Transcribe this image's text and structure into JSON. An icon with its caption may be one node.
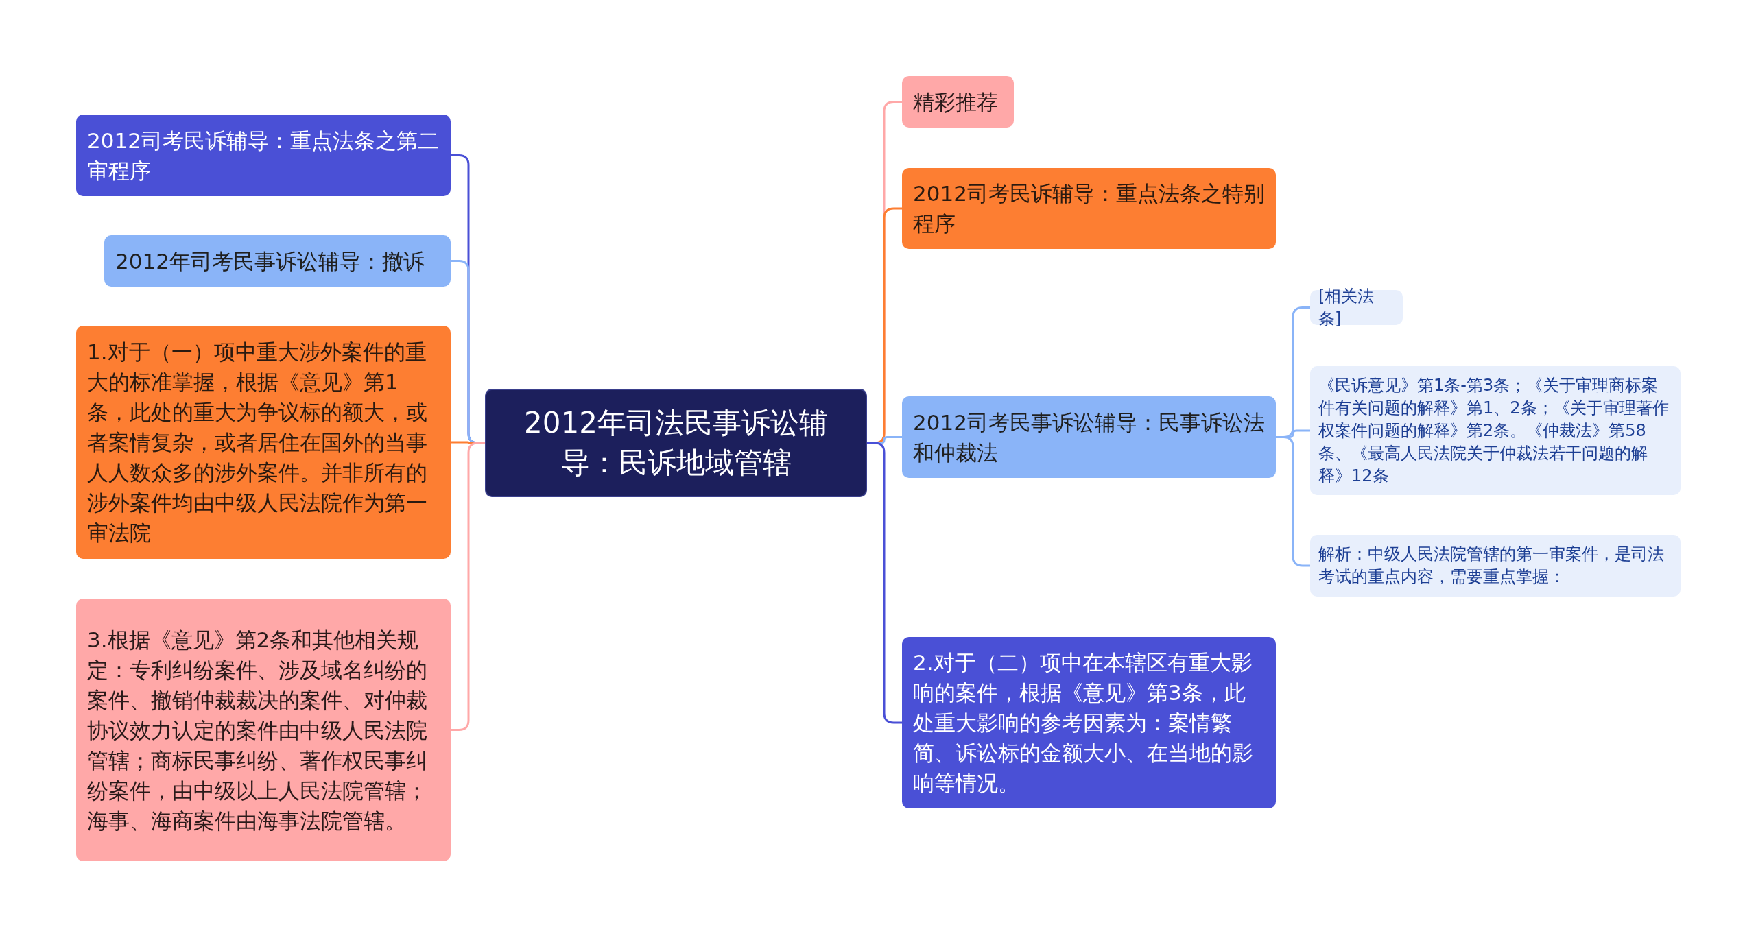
{
  "diagram": {
    "nodes": [
      {
        "text": [
          "2012年司法民事诉讼辅导：民诉地域管辖"
        ]
      },
      {
        "text": [
          "2012司考民诉辅导：重点法条之第二审程序"
        ]
      },
      {
        "text": [
          "2012年司考民事诉讼辅导：撤诉"
        ]
      },
      {
        "text": [
          "1.对于（一）项中重大涉外案件的重大的标准掌握，根据《意见》第1条，此处的重大为争议标的额大，或者案情复杂，或者居住在国外的当事人人数众多的涉外案件。并非所有的涉外案件均由中级人民法院作为第一审法院"
        ]
      },
      {
        "text": [
          "3.根据《意见》第2条和其他相关规定：专利纠纷案件、涉及域名纠纷的案件、撤销仲裁裁决的案件、对仲裁协议效力认定的案件由中级人民法院管辖；商标民事纠纷、著作权民事纠纷案件，由中级以上人民法院管辖；海事、海商案件由海事法院管辖。"
        ]
      },
      {
        "text": [
          "精彩推荐"
        ]
      },
      {
        "text": [
          "2012司考民诉辅导：重点法条之特别程序"
        ]
      },
      {
        "text": [
          "2012司考民事诉讼辅导：民事诉讼法和仲裁法"
        ]
      },
      {
        "text": [
          "2.对于（二）项中在本辖区有重大影响的案件，根据《意见》第3条，此处重大影响的参考因素为：案情繁简、诉讼标的金额大小、在当地的影响等情况。"
        ]
      },
      {
        "text": [
          "[相关法条]"
        ]
      },
      {
        "text": [
          "《民诉意见》第1条-第3条；《关于审理商标案件有关问题的解释》第1、2条；《关于审理著作权案件问题的解释》第2条。《仲裁法》第58条、《最高人民法院关于仲裁法若干问题的解释》12条"
        ]
      },
      {
        "text": [
          "解析：中级人民法院管辖的第一审案件，是司法考试的重点内容，需要重点掌握："
        ]
      }
    ],
    "edges": [
      {
        "from": 0,
        "to": 1,
        "arrow": "none",
        "color": "#4a50d6"
      },
      {
        "from": 0,
        "to": 2,
        "arrow": "none"
      },
      {
        "from": 0,
        "to": 3,
        "arrow": "none",
        "color": "#fd7e32"
      },
      {
        "from": 0,
        "to": 4,
        "arrow": "none",
        "color": "#ffa8a8"
      },
      {
        "from": 0,
        "to": 5,
        "arrow": "none",
        "color": "#ffa8a8"
      },
      {
        "from": 0,
        "to": 6,
        "arrow": "none",
        "color": "#fd7e32"
      },
      {
        "from": 0,
        "to": 7,
        "arrow": "none"
      },
      {
        "from": 0,
        "to": 8,
        "arrow": "none",
        "color": "#4a50d6"
      },
      {
        "from": 7,
        "to": 9,
        "arrow": "none"
      },
      {
        "from": 7,
        "to": 10,
        "arrow": "none"
      },
      {
        "from": 7,
        "to": 11,
        "arrow": "none"
      }
    ]
  }
}
